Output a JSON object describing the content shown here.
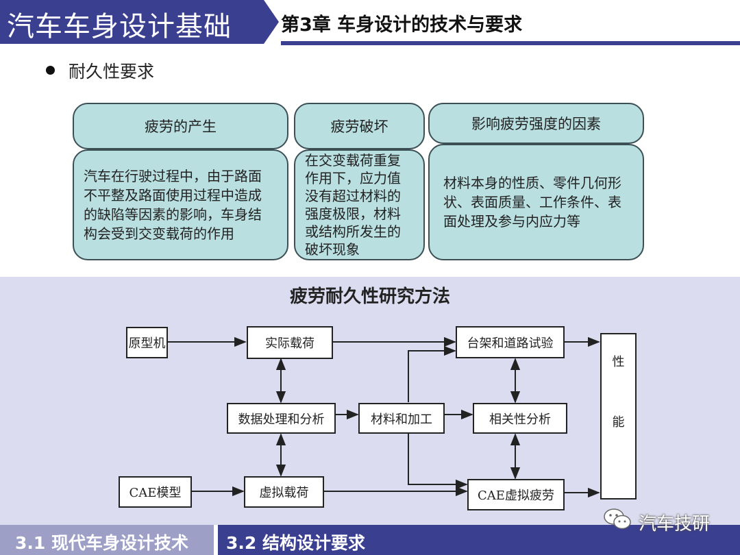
{
  "header": {
    "course_title": "汽车车身设计基础",
    "chapter_title": "第3章  车身设计的技术与要求"
  },
  "section": {
    "bullet_heading": "耐久性要求"
  },
  "cards": [
    {
      "title": "疲劳的产生",
      "lines": [
        "汽车在行驶过程中，由于路面",
        "不平整及路面使用过程中造成",
        "的缺陷等因素的影响，车身结",
        "构会受到交变载荷的作用"
      ]
    },
    {
      "title": "疲劳破坏",
      "lines": [
        "在交变载荷重复",
        "作用下，应力值",
        "没有超过材料的",
        "强度极限，材料",
        "或结构所发生的",
        "破坏现象"
      ]
    },
    {
      "title": "影响疲劳强度的因素",
      "lines": [
        "材料本身的性质、零件几何形",
        "状、表面质量、工作条件、表",
        "面处理及参与内应力等"
      ]
    }
  ],
  "method": {
    "title": "疲劳耐久性研究方法",
    "boxes": {
      "prototype": "原型机",
      "actual_load": "实际载荷",
      "bench_road_test": "台架和道路试验",
      "data_processing": "数据处理和分析",
      "material_processing": "材料和加工",
      "correlation_analysis": "相关性分析",
      "cae_model": "CAE模型",
      "virtual_load": "虚拟载荷",
      "cae_virtual_fatigue": "CAE虚拟疲劳",
      "performance_line1": "性",
      "performance_line2": "能"
    }
  },
  "footer": {
    "section1": "3.1  现代车身设计技术",
    "section2": "3.2  结构设计要求"
  },
  "watermark": {
    "icon": "wechat-icon",
    "text": "汽车技研"
  },
  "colors": {
    "brand_navy": "#3b3f8f",
    "card_teal": "#b9dfe0",
    "panel_lavender": "#dcdcf0",
    "footer_light": "#9d9fc7"
  }
}
